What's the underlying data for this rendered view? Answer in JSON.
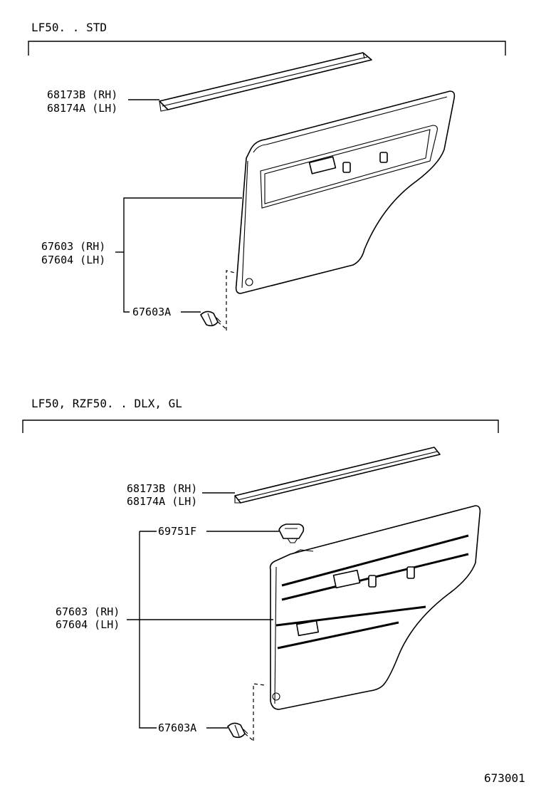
{
  "sections": [
    {
      "header": "LF50. . STD",
      "labels": {
        "molding_rh": "68173B (RH)",
        "molding_lh": "68174A (LH)",
        "panel_rh": "67603 (RH)",
        "panel_lh": "67604 (LH)",
        "clip": "67603A"
      }
    },
    {
      "header": "LF50, RZF50. . DLX, GL",
      "labels": {
        "molding_rh": "68173B (RH)",
        "molding_lh": "68174A (LH)",
        "pocket": "69751F",
        "panel_rh": "67603 (RH)",
        "panel_lh": "67604 (LH)",
        "clip": "67603A"
      }
    }
  ],
  "figure_code": "673001"
}
